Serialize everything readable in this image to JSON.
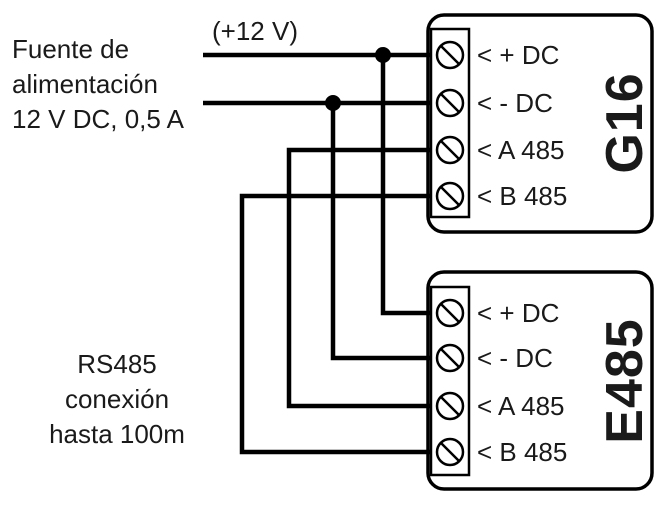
{
  "annotations": {
    "power_supply": {
      "line1": "Fuente de",
      "line2": "alimentación",
      "line3": "12 V DC, 0,5 A"
    },
    "plus_12v": "(+12 V)",
    "rs485": {
      "line1": "RS485",
      "line2": "conexión",
      "line3": "hasta 100m"
    }
  },
  "devices": [
    {
      "name": "G16",
      "terminals": [
        "< + DC",
        "< - DC",
        "< A 485",
        "< B 485"
      ]
    },
    {
      "name": "E485",
      "terminals": [
        "< + DC",
        "< - DC",
        "< A 485",
        "< B 485"
      ]
    }
  ],
  "colors": {
    "wire": "#000000",
    "outline": "#000000",
    "background": "#ffffff"
  }
}
